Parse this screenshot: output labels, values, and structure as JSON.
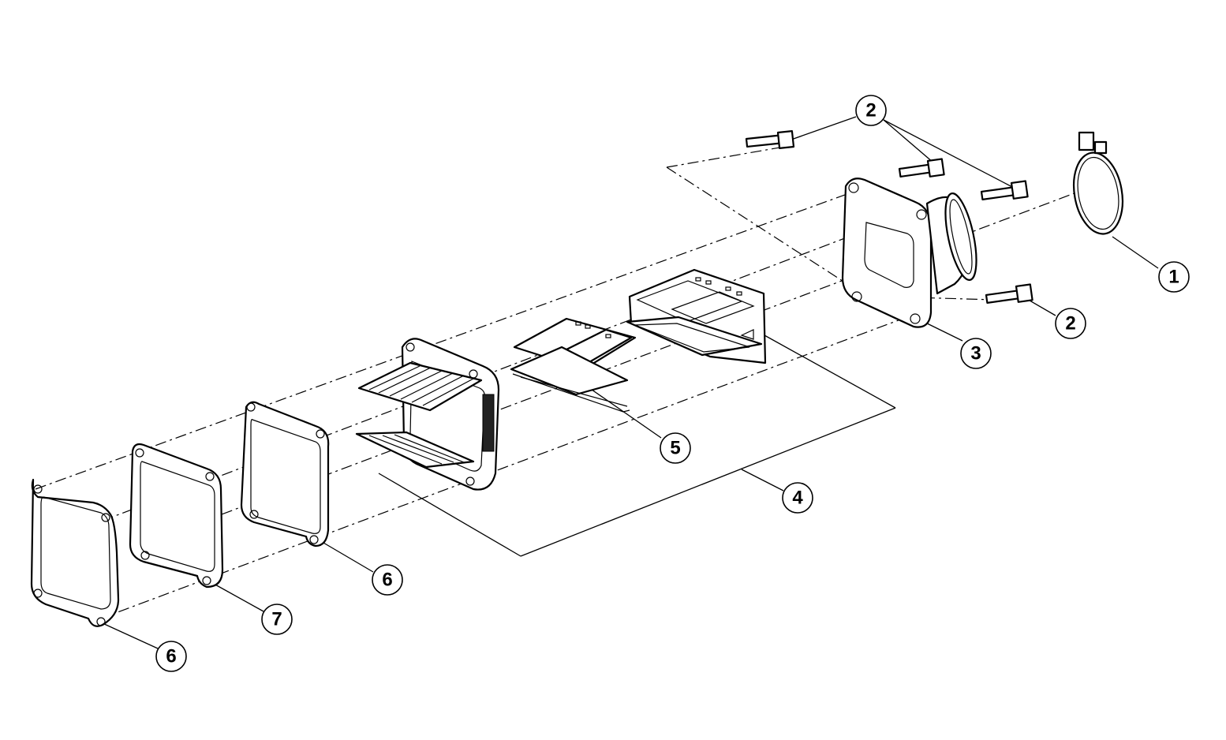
{
  "colors": {
    "line": "#000000",
    "background": "#ffffff"
  },
  "callouts": [
    {
      "id": "c1",
      "label": "1"
    },
    {
      "id": "c2a",
      "label": "2"
    },
    {
      "id": "c2b",
      "label": "2"
    },
    {
      "id": "c3",
      "label": "3"
    },
    {
      "id": "c4",
      "label": "4"
    },
    {
      "id": "c5",
      "label": "5"
    },
    {
      "id": "c6a",
      "label": "6"
    },
    {
      "id": "c6b",
      "label": "6"
    },
    {
      "id": "c7",
      "label": "7"
    }
  ]
}
